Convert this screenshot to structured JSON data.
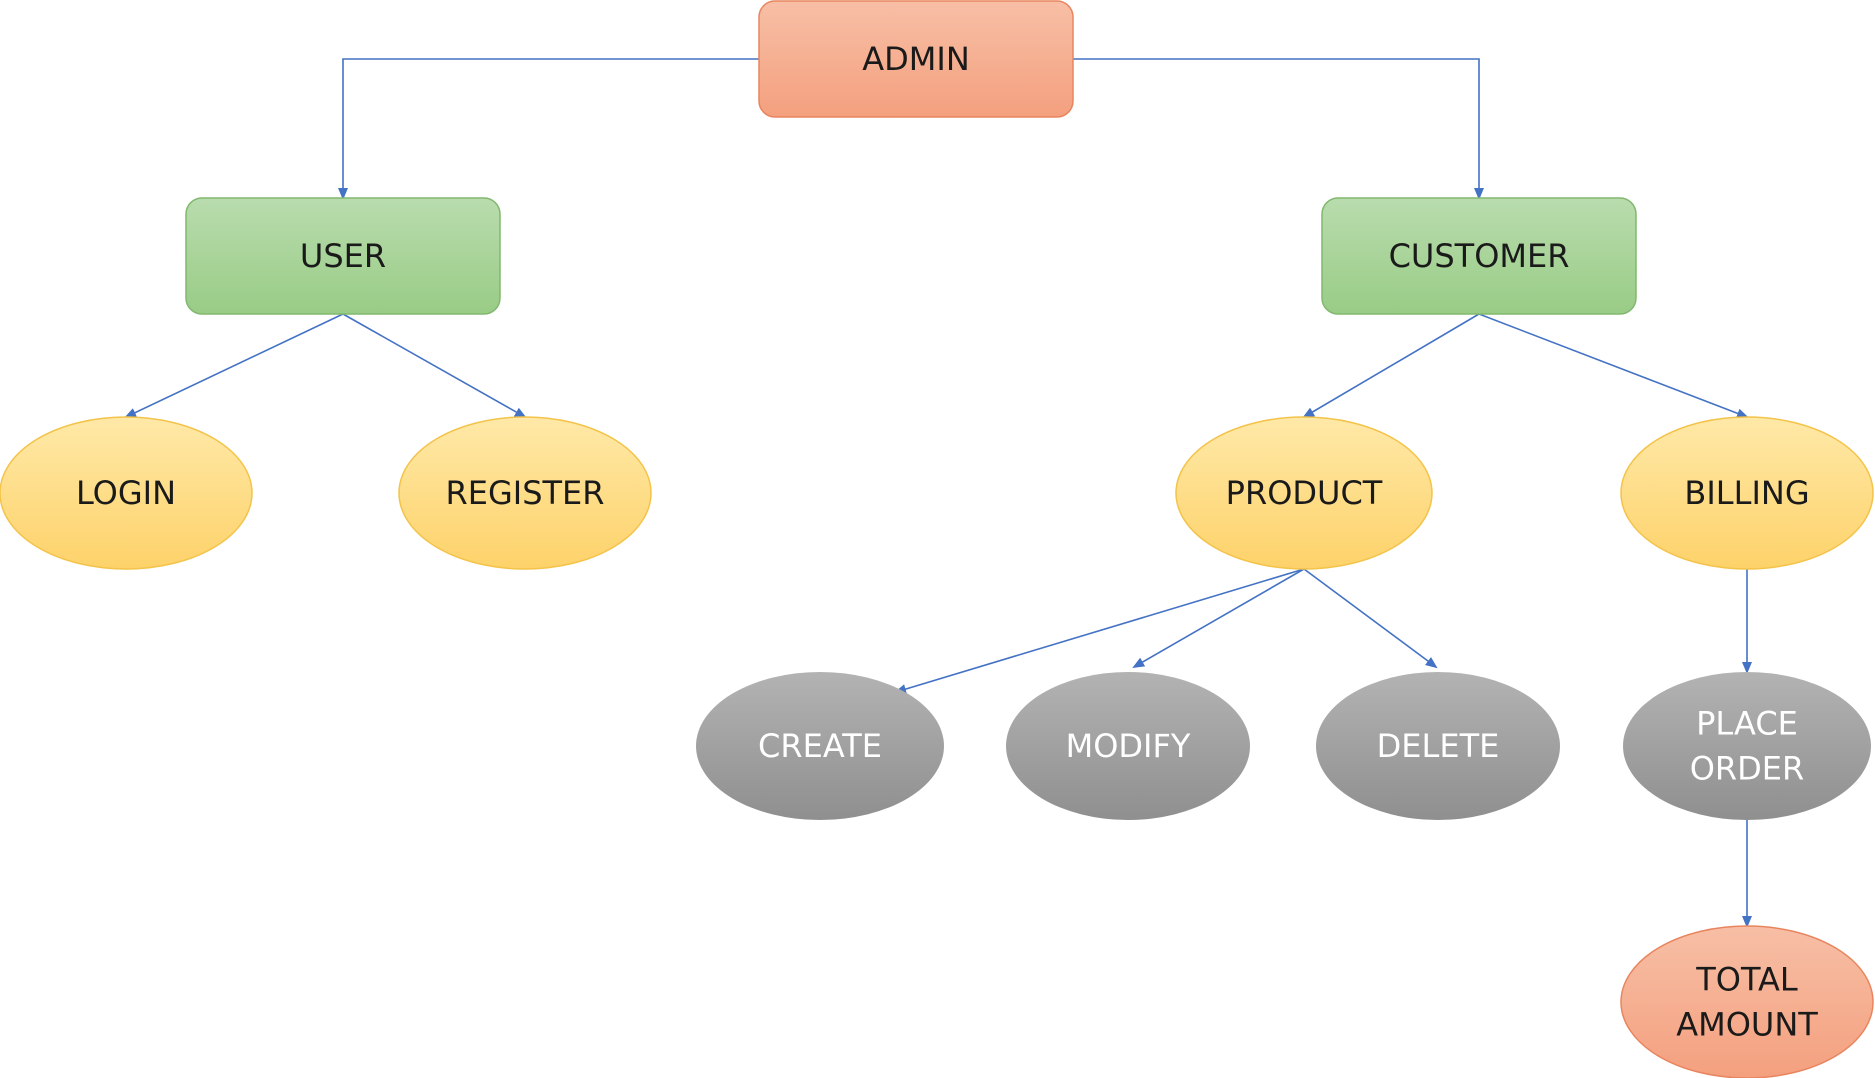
{
  "colors": {
    "connector": "#4472c4",
    "root_top": "#f7bfa6",
    "root_bottom": "#f4a07e",
    "root_border": "#e8855f",
    "green_top": "#b9dcae",
    "green_bottom": "#99cc86",
    "green_border": "#82b86f",
    "yellow_top": "#ffe9a8",
    "yellow_bottom": "#fdd26a",
    "yellow_border": "#f3c34a",
    "gray_top": "#b3b3b3",
    "gray_bottom": "#8f8f8f"
  },
  "diagram": {
    "nodes": [
      {
        "id": "admin",
        "lines": [
          "ADMIN"
        ],
        "shape": "rounded-rect",
        "style": "salmon"
      },
      {
        "id": "user",
        "lines": [
          "USER"
        ],
        "shape": "rounded-rect",
        "style": "green"
      },
      {
        "id": "customer",
        "lines": [
          "CUSTOMER"
        ],
        "shape": "rounded-rect",
        "style": "green"
      },
      {
        "id": "login",
        "lines": [
          "LOGIN"
        ],
        "shape": "ellipse",
        "style": "yellow"
      },
      {
        "id": "register",
        "lines": [
          "REGISTER"
        ],
        "shape": "ellipse",
        "style": "yellow"
      },
      {
        "id": "product",
        "lines": [
          "PRODUCT"
        ],
        "shape": "ellipse",
        "style": "yellow"
      },
      {
        "id": "billing",
        "lines": [
          "BILLING"
        ],
        "shape": "ellipse",
        "style": "yellow"
      },
      {
        "id": "create",
        "lines": [
          "CREATE"
        ],
        "shape": "ellipse",
        "style": "gray"
      },
      {
        "id": "modify",
        "lines": [
          "MODIFY"
        ],
        "shape": "ellipse",
        "style": "gray"
      },
      {
        "id": "delete",
        "lines": [
          "DELETE"
        ],
        "shape": "ellipse",
        "style": "gray"
      },
      {
        "id": "place-order",
        "lines": [
          "PLACE",
          "ORDER"
        ],
        "shape": "ellipse",
        "style": "gray"
      },
      {
        "id": "total-amount",
        "lines": [
          "TOTAL",
          "AMOUNT"
        ],
        "shape": "ellipse",
        "style": "salmon"
      }
    ],
    "edges": [
      {
        "from": "admin",
        "to": "user"
      },
      {
        "from": "admin",
        "to": "customer"
      },
      {
        "from": "user",
        "to": "login"
      },
      {
        "from": "user",
        "to": "register"
      },
      {
        "from": "customer",
        "to": "product"
      },
      {
        "from": "customer",
        "to": "billing"
      },
      {
        "from": "product",
        "to": "create"
      },
      {
        "from": "product",
        "to": "modify"
      },
      {
        "from": "product",
        "to": "delete"
      },
      {
        "from": "billing",
        "to": "place-order"
      },
      {
        "from": "place-order",
        "to": "total-amount"
      }
    ]
  }
}
